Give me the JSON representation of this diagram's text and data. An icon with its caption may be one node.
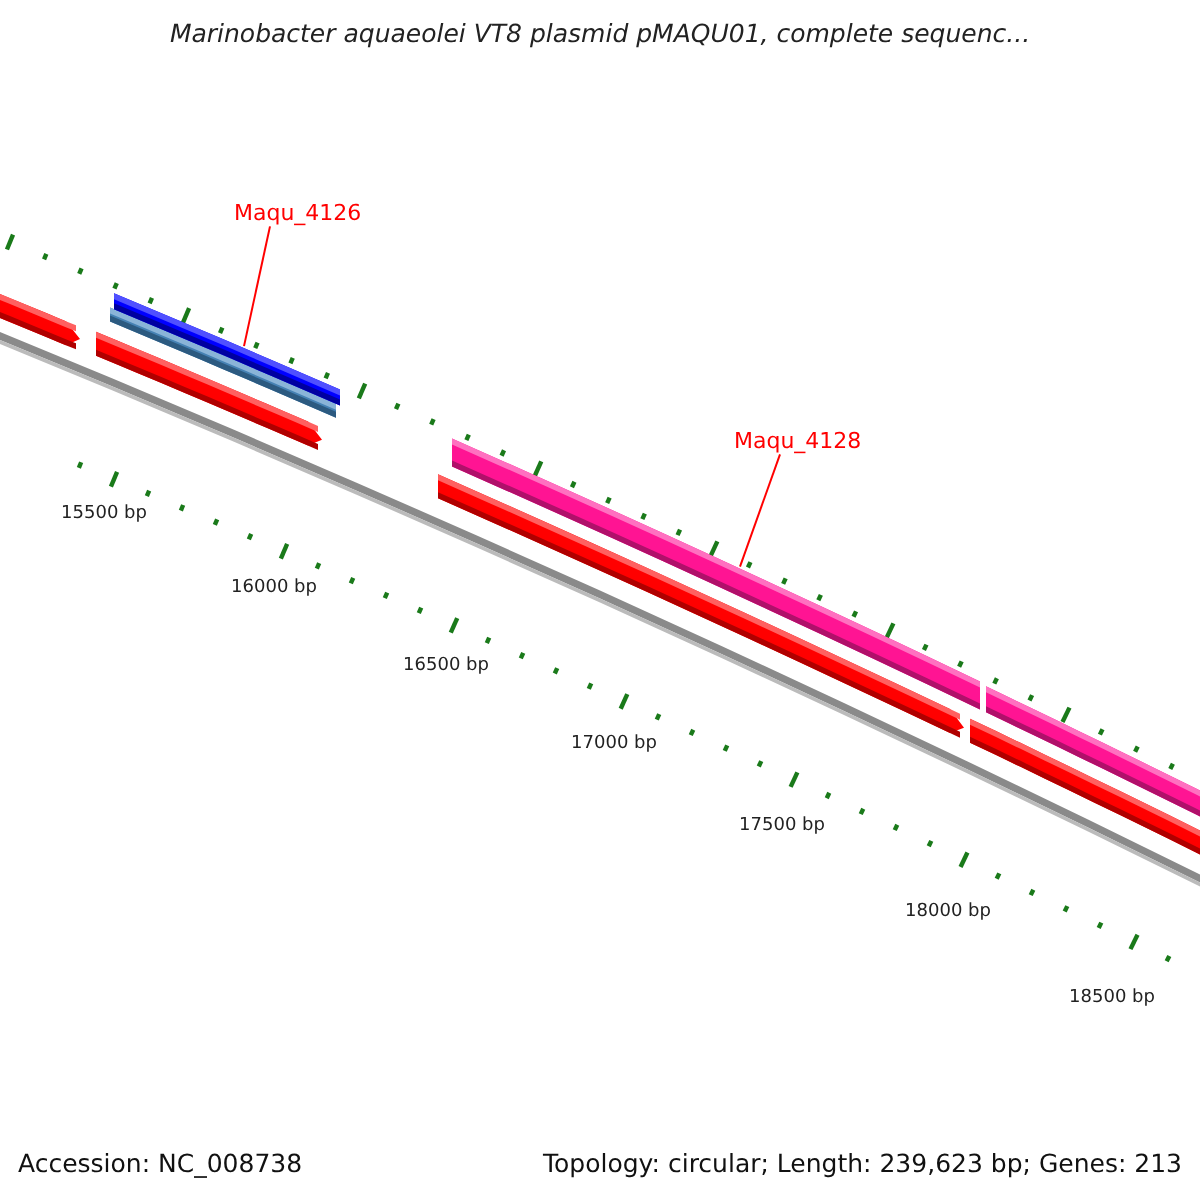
{
  "diagram": {
    "title": "Marinobacter aquaeolei VT8 plasmid pMAQU01, complete sequenc...",
    "nodes": [
      {
        "text": [
          "Maqu_4126"
        ]
      },
      {
        "text": [],
        "shape": "bar"
      },
      {
        "text": [
          "Maqu_4128"
        ]
      },
      {
        "text": [],
        "shape": "bar"
      }
    ],
    "edges": [
      {
        "from": 0,
        "to": 1,
        "arrow": "none",
        "color": "#ff0000"
      },
      {
        "from": 2,
        "to": 3,
        "arrow": "none",
        "color": "#ff0000"
      }
    ],
    "labels": [
      "15500 bp",
      "16000 bp",
      "16500 bp",
      "17000 bp",
      "17500 bp",
      "18000 bp",
      "18500 bp",
      "Accession: NC_008738",
      "Topology: circular; Length: 239,623 bp; Genes: 213"
    ]
  }
}
